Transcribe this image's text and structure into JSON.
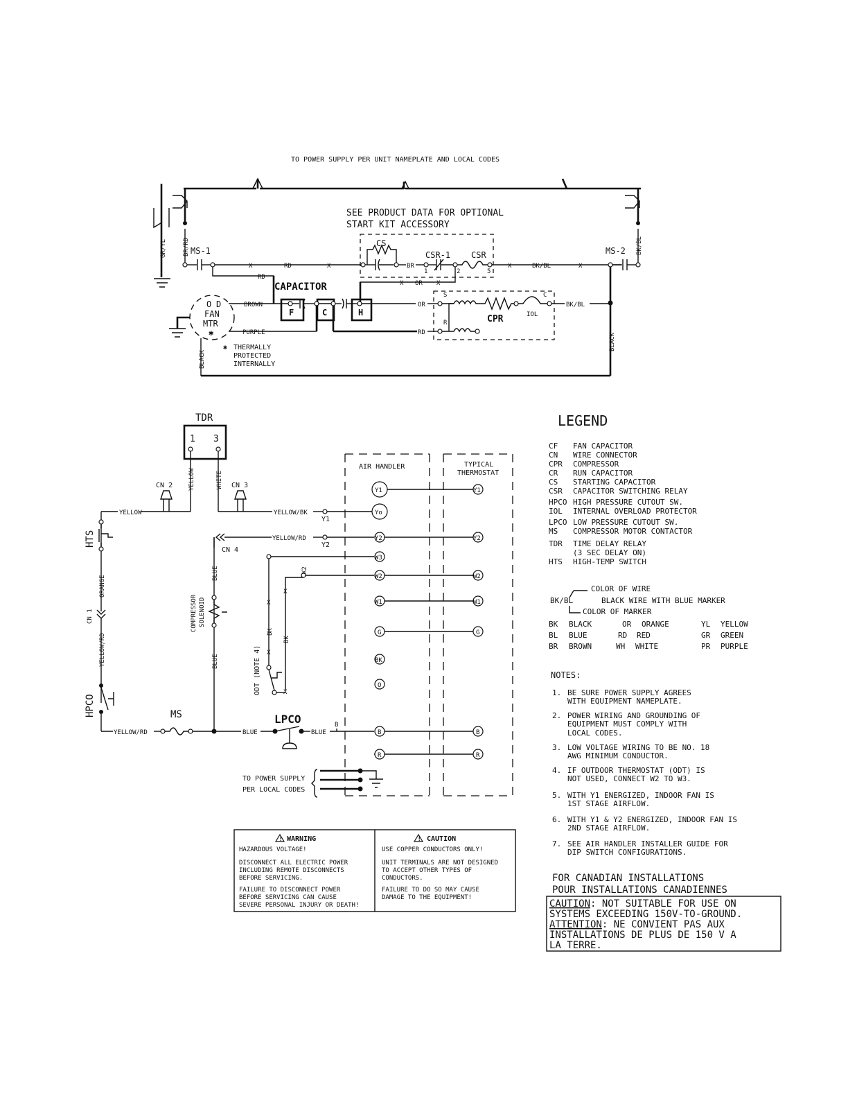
{
  "power": {
    "supply_label": "TO POWER SUPPLY PER UNIT NAMEPLATE AND LOCAL CODES",
    "start_kit_line1": "SEE PRODUCT DATA FOR OPTIONAL",
    "start_kit_line2": "START KIT ACCESSORY",
    "supply_local_line1": "TO POWER SUPPLY",
    "supply_local_line2": "PER LOCAL CODES"
  },
  "wires": {
    "gr_yl": "GR/YL",
    "br_rd": "BR/RD",
    "bk_bl": "BK/BL",
    "rd": "RD",
    "br": "BR",
    "or": "OR",
    "brown": "BROWN",
    "purple": "PURPLE",
    "black": "BLACK",
    "x": "X",
    "yellow": "YELLOW",
    "white": "WHITE",
    "yellow_bk": "YELLOW/BK",
    "yellow_rd": "YELLOW/RD",
    "orange": "ORANGE",
    "blue": "BLUE",
    "bk": "BK",
    "blue_b": "BLUE"
  },
  "components": {
    "ms1": "MS-1",
    "ms2": "MS-2",
    "cs": "CS",
    "csr1": "CSR-1",
    "csr": "CSR",
    "capacitor": "CAPACITOR",
    "cap_f": "F",
    "cap_c": "C",
    "cap_h": "H",
    "cpr": "CPR",
    "iol": "IOL",
    "s": "S",
    "r": "R",
    "c": "C",
    "term1": "1",
    "term2": "2",
    "term5": "5",
    "fan_o": "O",
    "fan_d": "D",
    "fan": "FAN",
    "mtr": "MTR",
    "fan_star": "✱",
    "thermal_line1": "THERMALLY",
    "thermal_line2": "PROTECTED",
    "thermal_line3": "INTERNALLY",
    "thermal_star": "✱",
    "tdr": "TDR",
    "tdr_1": "1",
    "tdr_3": "3",
    "cn2": "CN 2",
    "cn3": "CN 3",
    "cn4": "CN 4",
    "cn1": "CN 1",
    "hts": "HTS",
    "hpco": "HPCO",
    "ms": "MS",
    "lpco": "LPCO",
    "comp_sol_1": "COMPRESSOR",
    "comp_sol_2": "SOLENOID",
    "odt": "ODT (NOTE 4)",
    "y1_label": "Y1",
    "y2_label": "Y2",
    "x2_label": "X2",
    "b_label": "B"
  },
  "air_handler": {
    "title": "AIR HANDLER",
    "terminals": [
      "Y1",
      "Yo",
      "Y2",
      "W3",
      "W2",
      "W1",
      "G",
      "BK",
      "O",
      "B",
      "R"
    ]
  },
  "thermostat": {
    "title_line1": "TYPICAL",
    "title_line2": "THERMOSTAT",
    "terminals": [
      "Y1",
      "Y2",
      "W2",
      "W1",
      "G",
      "B",
      "R"
    ]
  },
  "legend": {
    "title": "LEGEND",
    "items": [
      {
        "code": "CF",
        "desc": "FAN CAPACITOR"
      },
      {
        "code": "CN",
        "desc": "WIRE CONNECTOR"
      },
      {
        "code": "CPR",
        "desc": "COMPRESSOR"
      },
      {
        "code": "CR",
        "desc": "RUN CAPACITOR"
      },
      {
        "code": "CS",
        "desc": "STARTING CAPACITOR"
      },
      {
        "code": "CSR",
        "desc": "CAPACITOR SWITCHING RELAY"
      },
      {
        "code": "HPCO",
        "desc": "HIGH PRESSURE CUTOUT SW."
      },
      {
        "code": "IOL",
        "desc": "INTERNAL OVERLOAD PROTECTOR"
      },
      {
        "code": "LPCO",
        "desc": "LOW PRESSURE CUTOUT SW."
      },
      {
        "code": "MS",
        "desc": "COMPRESSOR MOTOR CONTACTOR"
      },
      {
        "code": "TDR",
        "desc": "TIME DELAY RELAY"
      },
      {
        "code": "",
        "desc": "(3 SEC DELAY ON)"
      },
      {
        "code": "HTS",
        "desc": "HIGH-TEMP SWITCH"
      }
    ],
    "color_of_wire": "COLOR OF WIRE",
    "bk_bl_example": "BK/BL",
    "bk_bl_desc": "BLACK WIRE WITH BLUE MARKER",
    "color_of_marker": "COLOR OF MARKER",
    "colors": [
      [
        "BK",
        "BLACK",
        "OR",
        "ORANGE",
        "YL",
        "YELLOW"
      ],
      [
        "BL",
        "BLUE",
        "RD",
        "RED",
        "GR",
        "GREEN"
      ],
      [
        "BR",
        "BROWN",
        "WH",
        "WHITE",
        "PR",
        "PURPLE"
      ]
    ]
  },
  "notes": {
    "title": "NOTES:",
    "items": [
      [
        "1.",
        "BE SURE POWER SUPPLY AGREES",
        "WITH EQUIPMENT NAMEPLATE."
      ],
      [
        "2.",
        "POWER WIRING AND GROUNDING OF",
        "EQUIPMENT MUST COMPLY WITH",
        "LOCAL CODES."
      ],
      [
        "3.",
        "LOW VOLTAGE WIRING TO BE NO. 18",
        "AWG MINIMUM CONDUCTOR."
      ],
      [
        "4.",
        "IF OUTDOOR THERMOSTAT (ODT) IS",
        "NOT USED, CONNECT W2 TO W3."
      ],
      [
        "5.",
        "WITH Y1 ENERGIZED, INDOOR FAN IS",
        "1ST STAGE AIRFLOW."
      ],
      [
        "6.",
        "WITH Y1 & Y2 ENERGIZED, INDOOR FAN IS",
        "2ND STAGE AIRFLOW."
      ],
      [
        "7.",
        "SEE AIR HANDLER INSTALLER GUIDE FOR",
        "DIP SWITCH CONFIGURATIONS."
      ]
    ]
  },
  "canadian": {
    "line1": "FOR CANADIAN INSTALLATIONS",
    "line2": "POUR INSTALLATIONS CANADIENNES",
    "caution_word": "CAUTION",
    "caution_rest": ": NOT SUITABLE FOR USE ON",
    "caution_line2": "SYSTEMS EXCEEDING 150V-TO-GROUND.",
    "attention_word": "ATTENTION",
    "attention_rest": ": NE CONVIENT PAS AUX",
    "attention_line2": "INSTALLATIONS DE PLUS DE 150 V A",
    "attention_line3": "LA TERRE."
  },
  "warning": {
    "title": "WARNING",
    "lines": [
      "HAZARDOUS VOLTAGE!",
      "",
      "DISCONNECT ALL ELECTRIC POWER",
      "INCLUDING REMOTE DISCONNECTS",
      "BEFORE SERVICING.",
      "",
      "FAILURE TO DISCONNECT POWER",
      "BEFORE SERVICING CAN CAUSE",
      "SEVERE PERSONAL INJURY OR DEATH!"
    ]
  },
  "caution": {
    "title": "CAUTION",
    "lines": [
      "USE COPPER CONDUCTORS ONLY!",
      "",
      "UNIT TERMINALS ARE NOT DESIGNED",
      "TO ACCEPT OTHER TYPES OF",
      "CONDUCTORS.",
      "",
      "FAILURE TO DO SO MAY CAUSE",
      "DAMAGE TO THE EQUIPMENT!"
    ]
  },
  "warning_icon": "warning-triangle-icon"
}
